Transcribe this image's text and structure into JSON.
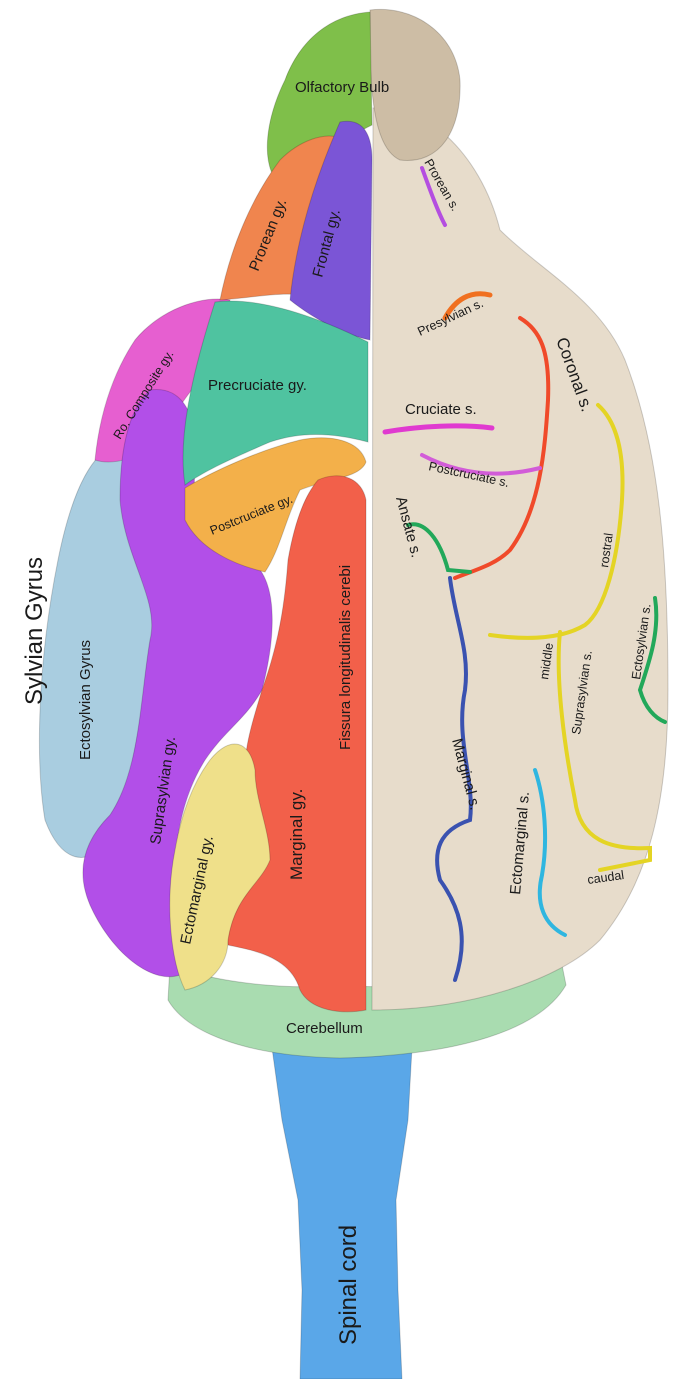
{
  "colors": {
    "olfactory_left": "#7fbf4a",
    "olfactory_right": "#cdbda5",
    "prorean_gyrus": "#f0854e",
    "frontal_gyrus": "#7b55d6",
    "ro_composite_gyrus": "#e65fd0",
    "precruciate_gyrus": "#4fc3a0",
    "postcruciate_gyrus": "#f3b04a",
    "sylvian_gyrus": "#7fc56a",
    "ectosylvian_gyrus": "#a9cde0",
    "suprasylvian_gyrus": "#b24fe8",
    "ectomarginal_gyrus": "#efe08a",
    "marginal_gyrus": "#f2604a",
    "right_hemisphere": "#e7dccb",
    "cerebellum": "#a9dcb0",
    "spinal_cord": "#5aa7e8",
    "sulcus_prorean": "#b44ee0",
    "sulcus_presylvian": "#f07020",
    "sulcus_coronal": "#f04a2a",
    "sulcus_cruciate": "#e03ad0",
    "sulcus_postcruciate": "#d25cd8",
    "sulcus_ansate": "#22a85a",
    "sulcus_suprasylvian": "#e4d424",
    "sulcus_ectosylvian": "#22a85a",
    "sulcus_marginal": "#3a52b0",
    "sulcus_ectomarginal": "#2fb6e0"
  },
  "labels": {
    "olfactory_bulb": "Olfactory Bulb",
    "prorean_gy": "Prorean gy.",
    "frontal_gy": "Frontal gy.",
    "ro_composite_gy": "Ro. Composite gy.",
    "precruciate_gy": "Precruciate gy.",
    "postcruciate_gy": "Postcruciate gy.",
    "sylvian_gyrus": "Sylvian Gyrus",
    "ectosylvian_gyrus": "Ectosylvian Gyrus",
    "suprasylvian_gy": "Suprasylvian gy.",
    "ectomarginal_gy": "Ectomarginal gy.",
    "marginal_gy": "Marginal  gy.",
    "fissura": "Fissura longitudinalis cerebi",
    "prorean_s": "Prorean s.",
    "presylvian_s": "Presylvian s.",
    "coronal_s": "Coronal s.",
    "cruciate_s": "Cruciate s.",
    "postcruciate_s": "Postcruciate s.",
    "ansate_s": "Ansate s.",
    "rostral": "rostral",
    "middle": "middle",
    "suprasylvian_s": "Suprasylvian s.",
    "ectosylvian_s": "Ectosylvian s.",
    "marginal_s": "Marginal s.",
    "ectomarginal_s": "Ectomarginal s.",
    "caudal": "caudal",
    "cerebellum": "Cerebellum",
    "spinal_cord": "Spinal cord"
  }
}
